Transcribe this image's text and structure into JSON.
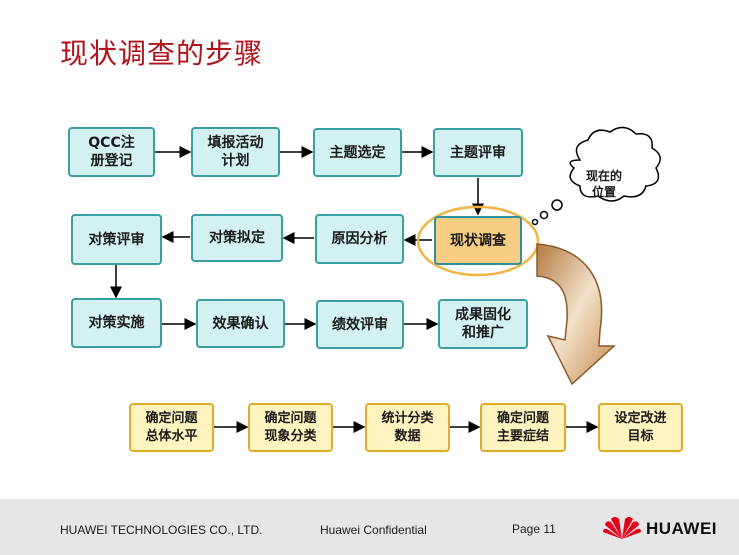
{
  "title": "现状调查的步骤",
  "colors": {
    "title": "#b0131a",
    "teal_fill": "#d3f1f1",
    "teal_border": "#3b9ea3",
    "current_fill": "#f7cd84",
    "yellow_fill": "#fff3bf",
    "yellow_border": "#e1ac2c",
    "highlight_ring": "#f0b445"
  },
  "steps": {
    "qcc": "QCC注\n册登记",
    "fill_activity": "填报活动\n计划",
    "topic_select": "主题选定",
    "topic_review": "主题评审",
    "status_survey": "现状调查",
    "cause_analysis": "原因分析",
    "countermeasure_plan": "对策拟定",
    "countermeasure_review": "对策评审",
    "countermeasure_impl": "对策实施",
    "effect_confirm": "效果确认",
    "performance_review": "绩效评审",
    "consolidate": "成果固化\n和推广"
  },
  "callout": "现在的\n位置",
  "detail_steps": {
    "d1": "确定问题\n总体水平",
    "d2": "确定问题\n现象分类",
    "d3": "统计分类\n数据",
    "d4": "确定问题\n主要症结",
    "d5": "设定改进\n目标"
  },
  "footer": {
    "company": "HUAWEI TECHNOLOGIES CO., LTD.",
    "confidential": "Huawei Confidential",
    "page": "Page 11",
    "logo_text": "HUAWEI"
  }
}
